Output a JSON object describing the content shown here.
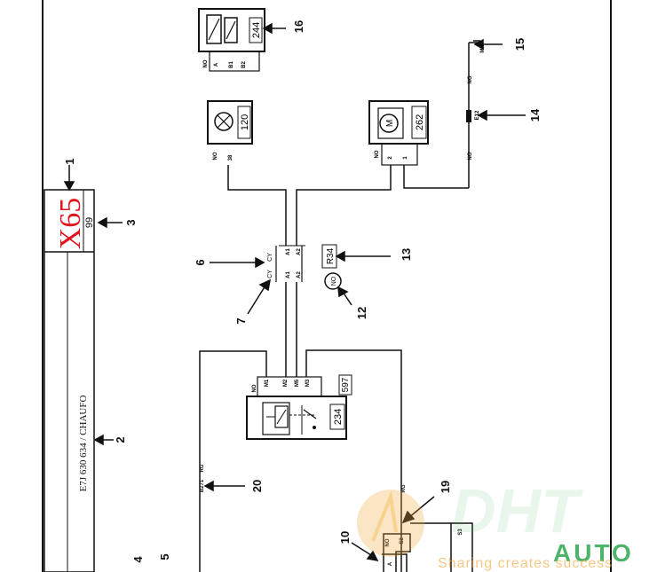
{
  "diagram": {
    "sheet_code": "X65",
    "sheet_sub": "99",
    "doc_reference": "E7J 630 634 / CHAUFO",
    "callouts": [
      "1",
      "2",
      "3",
      "4",
      "5",
      "6",
      "7",
      "10",
      "12",
      "13",
      "14",
      "15",
      "16",
      "19",
      "20"
    ],
    "components": {
      "c244": {
        "number": "244",
        "pins": [
          "NO",
          "A",
          "B1",
          "B2"
        ]
      },
      "c120": {
        "number": "120",
        "pins": [
          "NO",
          "38"
        ]
      },
      "c262": {
        "number": "262",
        "pins": [
          "NO",
          "2",
          "1"
        ]
      },
      "c234": {
        "number": "234"
      },
      "c597": {
        "number": "597"
      },
      "connector_R34": {
        "label": "R34",
        "ground_mark": "NO",
        "pin_labels": [
          "CY",
          "CY",
          "A1",
          "A2",
          "A1",
          "A2"
        ]
      },
      "relay_pins": [
        "NO",
        "M1",
        "M2",
        "M5",
        "M3"
      ],
      "fuse": {
        "label": "E12"
      },
      "ground": {
        "label": "MH"
      },
      "wire_tags": {
        "no1": "NO",
        "no2": "NO",
        "rg1": "RG",
        "b271": "B271",
        "rg2": "RG",
        "no3": "NO",
        "s2": "S2",
        "s3": "S3",
        "a": "A"
      }
    }
  },
  "watermark": {
    "brand_dht": "DHT",
    "brand_auto": "AUTO",
    "slogan": "Sharing creates success"
  },
  "colors": {
    "line": "#111111",
    "sheet_code": "#e0141c",
    "watermark_green": "#2fa84f",
    "watermark_orange": "#f2a93b"
  }
}
